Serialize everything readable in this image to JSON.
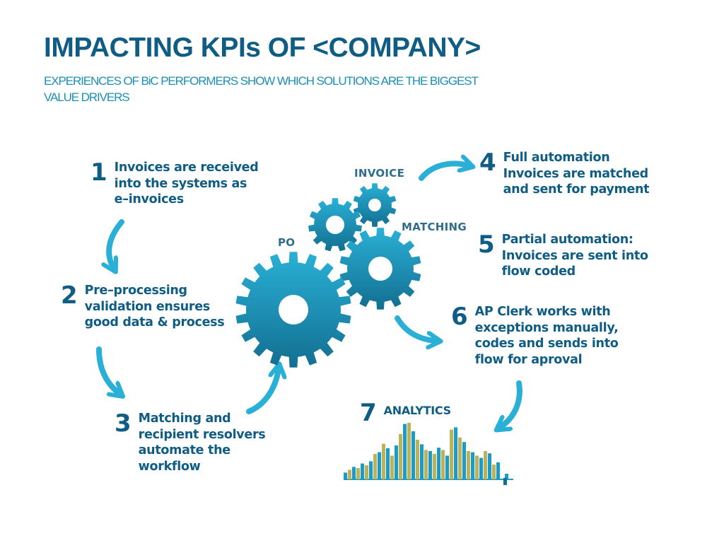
{
  "header": {
    "title": "IMPACTING KPIs OF <COMPANY>",
    "subtitle": "EXPERIENCES OF BiC PERFORMERS SHOW WHICH SOLUTIONS ARE THE BIGGEST VALUE DRIVERS"
  },
  "colors": {
    "title": "#0f5d84",
    "subtitle": "#1c8fb6",
    "gear_light": "#2ab0d6",
    "gear_dark": "#126f91",
    "arrow": "#2ab0d6",
    "bar_teal": "#1a9cc6",
    "bar_olive": "#b9b45a"
  },
  "gears": {
    "po_label": "PO",
    "invoice_label": "INVOICE",
    "matching_label": "MATCHING"
  },
  "steps": [
    {
      "num": "1",
      "text": "Invoices are received\ninto the systems as\ne–invoices"
    },
    {
      "num": "2",
      "text": "Pre–processing\nvalidation ensures\ngood data & process"
    },
    {
      "num": "3",
      "text": "Matching and\nrecipient resolvers\nautomate the\nworkflow"
    },
    {
      "num": "4",
      "text": "Full automation\nInvoices are matched\nand sent for payment"
    },
    {
      "num": "5",
      "text": "Partial automation:\nInvoices are sent into\nflow coded"
    },
    {
      "num": "6",
      "text": "AP Clerk works with\nexceptions manually,\ncodes and sends into\nflow for aproval"
    },
    {
      "num": "7",
      "text": "ANALYTICS"
    }
  ],
  "analytics_bars": [
    {
      "teal": 0.12,
      "olive": 0.17
    },
    {
      "teal": 0.22,
      "olive": 0.2
    },
    {
      "teal": 0.28,
      "olive": 0.25
    },
    {
      "teal": 0.32,
      "olive": 0.45
    },
    {
      "teal": 0.48,
      "olive": 0.63
    },
    {
      "teal": 0.55,
      "olive": 0.42
    },
    {
      "teal": 0.6,
      "olive": 0.8
    },
    {
      "teal": 0.98,
      "olive": 1.0
    },
    {
      "teal": 0.85,
      "olive": 0.7
    },
    {
      "teal": 0.62,
      "olive": 0.52
    },
    {
      "teal": 0.5,
      "olive": 0.45
    },
    {
      "teal": 0.56,
      "olive": 0.52
    },
    {
      "teal": 0.42,
      "olive": 0.88
    },
    {
      "teal": 0.92,
      "olive": 0.74
    },
    {
      "teal": 0.66,
      "olive": 0.5
    },
    {
      "teal": 0.48,
      "olive": 0.42
    },
    {
      "teal": 0.38,
      "olive": 0.5
    },
    {
      "teal": 0.46,
      "olive": 0.26
    },
    {
      "teal": 0.3,
      "olive": 0.0
    },
    {
      "teal": 0.1,
      "olive": 0.0
    }
  ]
}
